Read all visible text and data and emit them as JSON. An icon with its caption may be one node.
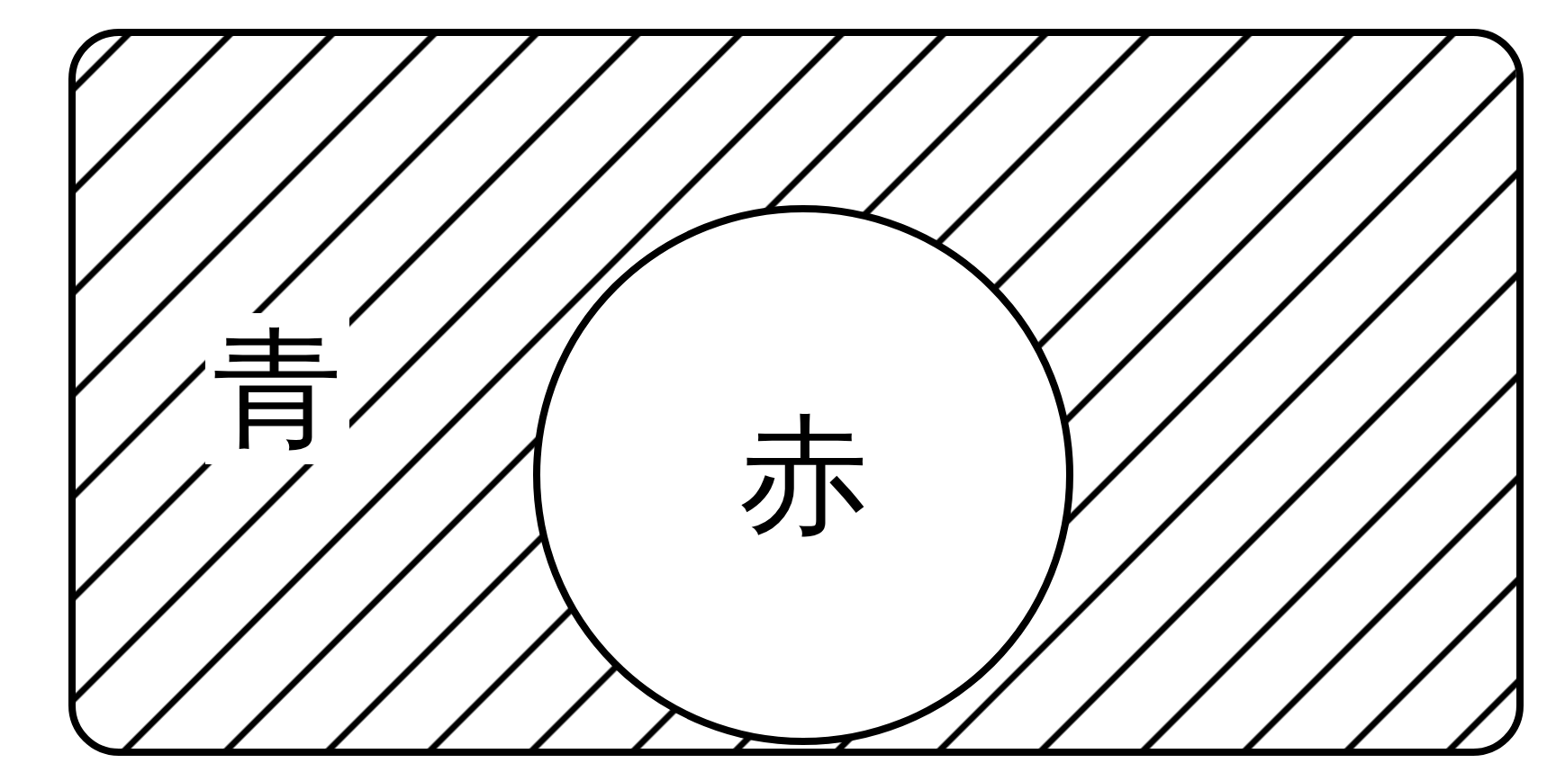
{
  "diagram": {
    "nodes": [
      {
        "text": [
          "青"
        ]
      },
      {
        "text": [
          "赤"
        ],
        "in": 0
      }
    ]
  }
}
